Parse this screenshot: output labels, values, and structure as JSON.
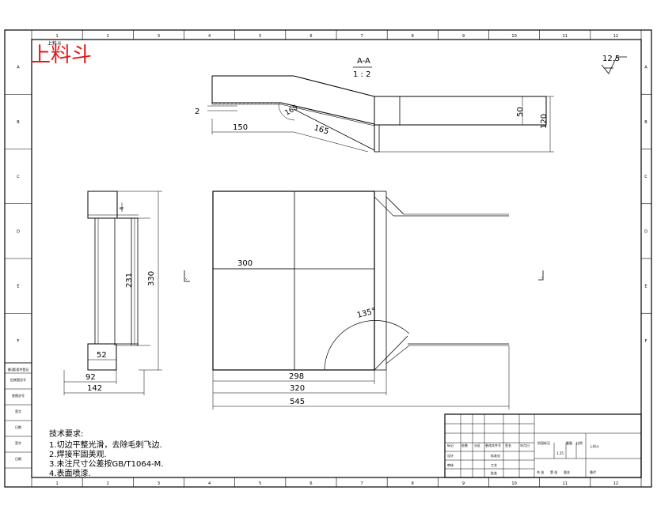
{
  "stamp": "上料斗",
  "stamp_small": "上料斗",
  "section": {
    "label": "A-A",
    "scale": "1 : 2"
  },
  "roughness": "12.5",
  "zone_numbers": [
    "1",
    "2",
    "3",
    "4",
    "5",
    "6",
    "7",
    "8",
    "9",
    "10",
    "11",
    "12"
  ],
  "zone_letters": [
    "A",
    "B",
    "C",
    "D",
    "E",
    "F"
  ],
  "dims": {
    "d2": "2",
    "d150": "150",
    "d165a": "165",
    "d165b": "165",
    "d50": "50",
    "d120": "120",
    "d4": "4",
    "d231": "231",
    "d330": "330",
    "d52": "52",
    "d92": "92",
    "d142": "142",
    "d300": "300",
    "d135": "135°",
    "d298": "298",
    "d320": "320",
    "d545": "545"
  },
  "notes": {
    "title": "技术要求:",
    "items": [
      "1.切边平整光滑，去除毛刺飞边.",
      "2.焊接牢固美观.",
      "3.未注尺寸公差按GB/T1064-M.",
      "4.表面喷漆."
    ]
  },
  "left_strip": [
    "借(通)用件登记",
    "旧底图总号",
    "底图总号",
    "签字",
    "日期",
    "签字",
    "日期"
  ],
  "title_block": {
    "cells": [
      "标记",
      "处数",
      "分区",
      "更改文件号",
      "签名",
      "年月日",
      "设计",
      "标准化",
      "审核",
      "工艺",
      "批准",
      "阶段标记",
      "重量",
      "比例",
      "共 张",
      "第 张",
      "版本",
      "替代",
      "1.25",
      "上料斗"
    ]
  }
}
